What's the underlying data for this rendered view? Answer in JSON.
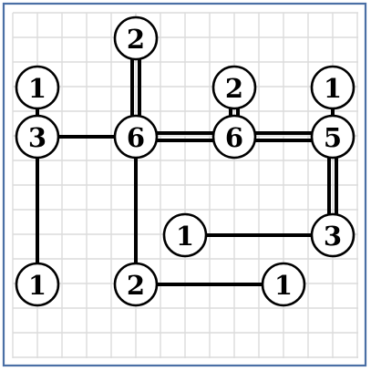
{
  "puzzle": {
    "type": "hashiwokakero",
    "grid_size": 7,
    "colors": {
      "background": "#ffffff",
      "frame": "#4a6fa5",
      "grid": "#dcdcdc",
      "ink": "#000000"
    },
    "islands": [
      {
        "id": "i1",
        "col": 2,
        "row": 0,
        "value": "2"
      },
      {
        "id": "i2",
        "col": 0,
        "row": 1,
        "value": "1"
      },
      {
        "id": "i3",
        "col": 4,
        "row": 1,
        "value": "2"
      },
      {
        "id": "i4",
        "col": 6,
        "row": 1,
        "value": "1"
      },
      {
        "id": "i5",
        "col": 0,
        "row": 2,
        "value": "3"
      },
      {
        "id": "i6",
        "col": 2,
        "row": 2,
        "value": "6"
      },
      {
        "id": "i7",
        "col": 4,
        "row": 2,
        "value": "6"
      },
      {
        "id": "i8",
        "col": 6,
        "row": 2,
        "value": "5"
      },
      {
        "id": "i9",
        "col": 3,
        "row": 4,
        "value": "1"
      },
      {
        "id": "i10",
        "col": 6,
        "row": 4,
        "value": "3"
      },
      {
        "id": "i11",
        "col": 0,
        "row": 5,
        "value": "1"
      },
      {
        "id": "i12",
        "col": 2,
        "row": 5,
        "value": "2"
      },
      {
        "id": "i13",
        "col": 5,
        "row": 5,
        "value": "1"
      }
    ],
    "bridges": [
      {
        "from": "i1",
        "to": "i6",
        "count": 2
      },
      {
        "from": "i2",
        "to": "i5",
        "count": 1
      },
      {
        "from": "i3",
        "to": "i7",
        "count": 2
      },
      {
        "from": "i4",
        "to": "i8",
        "count": 1
      },
      {
        "from": "i5",
        "to": "i6",
        "count": 1
      },
      {
        "from": "i6",
        "to": "i7",
        "count": 2
      },
      {
        "from": "i7",
        "to": "i8",
        "count": 2
      },
      {
        "from": "i5",
        "to": "i11",
        "count": 1
      },
      {
        "from": "i6",
        "to": "i12",
        "count": 1
      },
      {
        "from": "i8",
        "to": "i10",
        "count": 2
      },
      {
        "from": "i9",
        "to": "i10",
        "count": 1
      },
      {
        "from": "i12",
        "to": "i13",
        "count": 1
      }
    ]
  }
}
